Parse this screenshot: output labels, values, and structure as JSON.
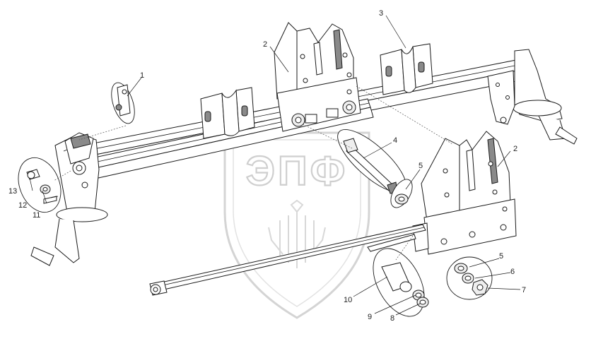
{
  "watermark": {
    "text": "ЭПФ"
  },
  "callouts": [
    {
      "id": "c1",
      "text": "1"
    },
    {
      "id": "c2a",
      "text": "2"
    },
    {
      "id": "c2b",
      "text": "2"
    },
    {
      "id": "c3",
      "text": "3"
    },
    {
      "id": "c4",
      "text": "4"
    },
    {
      "id": "c5a",
      "text": "5"
    },
    {
      "id": "c5b",
      "text": "5"
    },
    {
      "id": "c6",
      "text": "6"
    },
    {
      "id": "c7",
      "text": "7"
    },
    {
      "id": "c8",
      "text": "8"
    },
    {
      "id": "c9",
      "text": "9"
    },
    {
      "id": "c10",
      "text": "10"
    },
    {
      "id": "c11",
      "text": "11"
    },
    {
      "id": "c12",
      "text": "12"
    },
    {
      "id": "c13",
      "text": "13"
    }
  ],
  "colors": {
    "line": "#1a1a1a",
    "watermark": "#cfcfcf",
    "background": "#ffffff"
  }
}
